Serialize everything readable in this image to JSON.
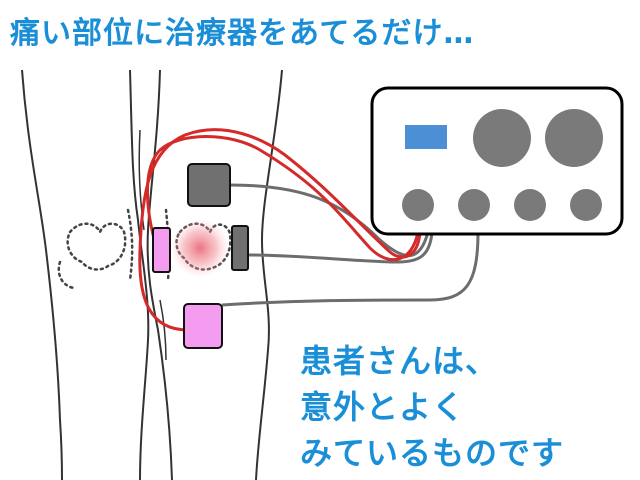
{
  "headline": "痛い部位に治療器をあてるだけ…",
  "note_lines": [
    "患者さんは、",
    "意外とよく",
    "みているものです"
  ],
  "colors": {
    "text_blue": "#1a8fd8",
    "lead_red": "#d42a2a",
    "lead_gray": "#6d6d6d",
    "pad_pink": "#f49df0",
    "pad_gray": "#707070",
    "device_indicator": "#4c8fd4",
    "device_knob": "#7a7a7a",
    "pain_glow": "#e85a6a"
  },
  "icons": [
    "knee-outline",
    "kneecap-dotted-outline",
    "pain-spot",
    "electrode-pad",
    "treatment-device",
    "knob",
    "indicator-display"
  ]
}
